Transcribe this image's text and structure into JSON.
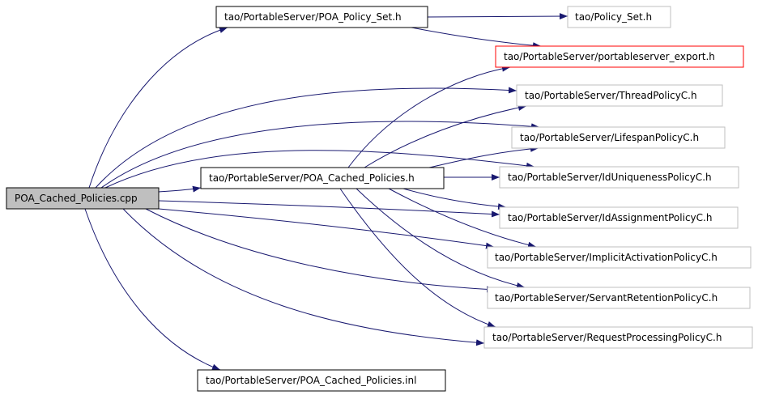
{
  "colors": {
    "edge": "#191970",
    "root_fill": "#bfbfbf",
    "root_border": "#000000",
    "documented_border": "#000000",
    "undocumented_border": "#bfbfbf",
    "highlight_border": "#ff0000",
    "node_fill": "#ffffff"
  },
  "nodes": [
    {
      "id": "n0",
      "label": "POA_Cached_Policies.cpp",
      "style": "root"
    },
    {
      "id": "n1",
      "label": "tao/PortableServer/POA_Policy_Set.h",
      "style": "documented"
    },
    {
      "id": "n2",
      "label": "tao/Policy_Set.h",
      "style": "undocumented"
    },
    {
      "id": "n3",
      "label": "tao/PortableServer/portableserver_export.h",
      "style": "highlight"
    },
    {
      "id": "n4",
      "label": "tao/PortableServer/ThreadPolicyC.h",
      "style": "undocumented"
    },
    {
      "id": "n5",
      "label": "tao/PortableServer/LifespanPolicyC.h",
      "style": "undocumented"
    },
    {
      "id": "n6",
      "label": "tao/PortableServer/POA_Cached_Policies.h",
      "style": "documented"
    },
    {
      "id": "n7",
      "label": "tao/PortableServer/IdUniquenessPolicyC.h",
      "style": "undocumented"
    },
    {
      "id": "n8",
      "label": "tao/PortableServer/IdAssignmentPolicyC.h",
      "style": "undocumented"
    },
    {
      "id": "n9",
      "label": "tao/PortableServer/ImplicitActivationPolicyC.h",
      "style": "undocumented"
    },
    {
      "id": "n10",
      "label": "tao/PortableServer/ServantRetentionPolicyC.h",
      "style": "undocumented"
    },
    {
      "id": "n11",
      "label": "tao/PortableServer/RequestProcessingPolicyC.h",
      "style": "undocumented"
    },
    {
      "id": "n12",
      "label": "tao/PortableServer/POA_Cached_Policies.inl",
      "style": "documented"
    }
  ],
  "edges": [
    {
      "from": "n0",
      "to": "n1"
    },
    {
      "from": "n0",
      "to": "n4"
    },
    {
      "from": "n0",
      "to": "n5"
    },
    {
      "from": "n0",
      "to": "n6"
    },
    {
      "from": "n0",
      "to": "n7"
    },
    {
      "from": "n0",
      "to": "n8"
    },
    {
      "from": "n0",
      "to": "n9"
    },
    {
      "from": "n0",
      "to": "n10"
    },
    {
      "from": "n0",
      "to": "n11"
    },
    {
      "from": "n0",
      "to": "n12"
    },
    {
      "from": "n1",
      "to": "n2"
    },
    {
      "from": "n1",
      "to": "n3"
    },
    {
      "from": "n6",
      "to": "n3"
    },
    {
      "from": "n6",
      "to": "n4"
    },
    {
      "from": "n6",
      "to": "n5"
    },
    {
      "from": "n6",
      "to": "n7"
    },
    {
      "from": "n6",
      "to": "n8"
    },
    {
      "from": "n6",
      "to": "n9"
    },
    {
      "from": "n6",
      "to": "n10"
    },
    {
      "from": "n6",
      "to": "n11"
    }
  ]
}
